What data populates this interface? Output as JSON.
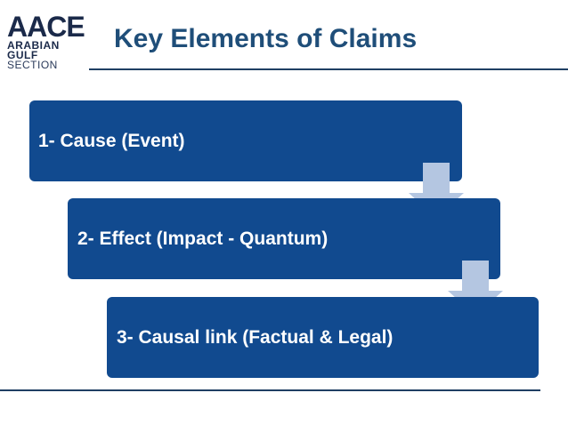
{
  "logo": {
    "mark": "AACE",
    "line1": "ARABIAN",
    "line2": "GULF",
    "line3": "SECTION"
  },
  "title": "Key Elements of Claims",
  "steps": [
    {
      "label": "1- Cause (Event)"
    },
    {
      "label": "2- Effect (Impact - Quantum)"
    },
    {
      "label": "3- Causal link (Factual & Legal)"
    }
  ],
  "colors": {
    "box_fill": "#114a8f",
    "arrow_fill": "#b4c6e1",
    "title": "#1f4e79",
    "rule": "#1f3f63"
  },
  "icons": {
    "connector": "down-arrow-icon"
  }
}
